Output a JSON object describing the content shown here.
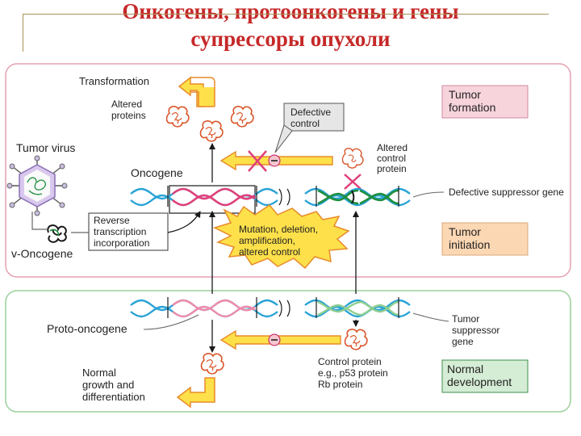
{
  "title": {
    "line1": "Онкогены, протоонкогены и гены",
    "line2": "супрессоры опухоли"
  },
  "labels": {
    "transformation": "Transformation",
    "altered_proteins": [
      "Altered",
      "proteins"
    ],
    "defective_control": [
      "Defective",
      "control"
    ],
    "tumor_virus": "Tumor virus",
    "oncogene": "Oncogene",
    "altered_control_protein": [
      "Altered",
      "control",
      "protein"
    ],
    "defective_suppressor_gene": "Defective suppressor gene",
    "reverse_transcription": [
      "Reverse",
      "transcription",
      "incorporation"
    ],
    "mutation": [
      "Mutation, deletion,",
      "amplification,",
      "altered control"
    ],
    "v_oncogene": "v-Oncogene",
    "proto_oncogene": "Proto-oncogene",
    "tumor_suppressor_gene": [
      "Tumor",
      "suppressor",
      "gene"
    ],
    "control_protein": [
      "Control protein",
      "e.g., p53 protein",
      "Rb protein"
    ],
    "normal_growth": [
      "Normal",
      "growth and",
      "differentiation"
    ]
  },
  "stage_boxes": {
    "tumor_formation": [
      "Tumor",
      "formation"
    ],
    "tumor_initiation": [
      "Tumor",
      "initiation"
    ],
    "normal_development": [
      "Normal",
      "development"
    ]
  },
  "colors": {
    "title": "#c62828",
    "panel_top_border": "#e3a0b0",
    "panel_bottom_border": "#9bcf9b",
    "dna_blue": "#29a3d6",
    "dna_pink": "#e0407a",
    "dna_green": "#1f8f3f",
    "arrow_yellow": "#fde04a",
    "arrow_orange": "#e88a2a",
    "box_pink": "#f7d3dc",
    "box_peach": "#fbd7b3",
    "box_green": "#d5ecd5",
    "protein": "#d9562a"
  }
}
